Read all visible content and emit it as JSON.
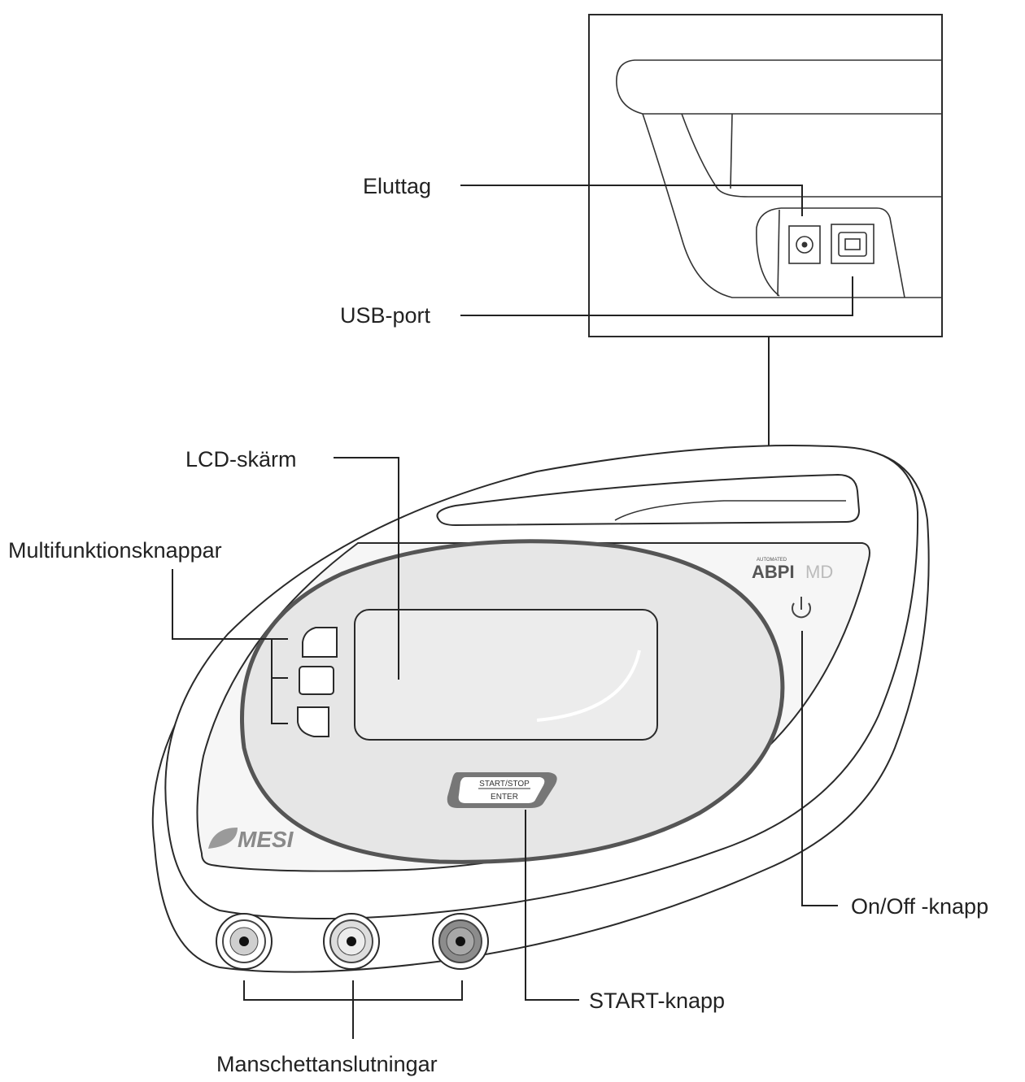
{
  "labels": {
    "power_socket": "Eluttag",
    "usb_port": "USB-port",
    "lcd_screen": "LCD-skärm",
    "multifunction_buttons": "Multifunktionsknappar",
    "on_off_button": "On/Off -knapp",
    "start_button": "START-knapp",
    "cuff_connectors": "Manschettanslutningar"
  },
  "device": {
    "start_stop_top": "START/STOP",
    "start_stop_bottom": "ENTER",
    "brand": "MESI",
    "model": "ABPI",
    "model_suffix": "MD",
    "model_tag": "AUTOMATED"
  },
  "colors": {
    "line": "#222222",
    "panel": "#e6e6e6",
    "screen": "#ececec",
    "brand_grey": "#8a8a8a"
  }
}
